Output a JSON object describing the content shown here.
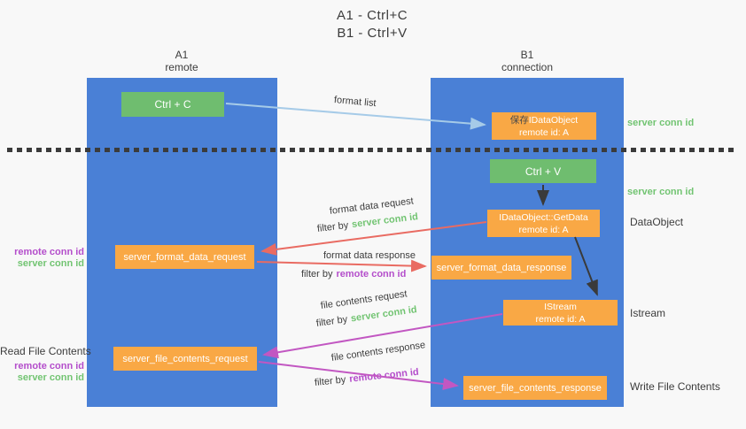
{
  "title": {
    "line1": "A1 - Ctrl+C",
    "line2": "B1 - Ctrl+V"
  },
  "columns": {
    "a1": {
      "name": "A1",
      "subtitle": "remote"
    },
    "b1": {
      "name": "B1",
      "subtitle": "connection"
    }
  },
  "nodes": {
    "ctrl_c": "Ctrl + C",
    "ctrl_v": "Ctrl + V",
    "save_idataobject_prefix": "保存",
    "save_idataobject_name": "IDataObject",
    "save_idataobject_sub": "remote id: A",
    "getdata_name": "IDataObject::GetData",
    "getdata_sub": "remote id: A",
    "istream_name": "IStream",
    "istream_sub": "remote id: A",
    "format_request": "server_format_data_request",
    "format_response": "server_format_data_response",
    "file_request": "server_file_contents_request",
    "file_response": "server_file_contents_response"
  },
  "flow_labels": {
    "format_list": "format list",
    "format_data_request": "format data request",
    "format_data_response": "format data response",
    "file_contents_request": "file contents request",
    "file_contents_response": "file contents response",
    "filter_by": "filter by",
    "server_conn_id": "server conn id",
    "remote_conn_id": "remote conn id"
  },
  "side_labels": {
    "server_conn_id": "server conn id",
    "remote_conn_id": "remote conn id",
    "dataobject": "DataObject",
    "istream": "Istream",
    "read_file_contents": "Read File Contents",
    "write_file_contents": "Write File Contents"
  },
  "colors": {
    "column_blue": "#4a80d6",
    "green_box": "#6fbd6f",
    "orange_box": "#f9a845",
    "green_text": "#72c472",
    "purple_text": "#b44ecb",
    "blue_arrow": "#a6cbe8",
    "red_arrow": "#e96b62",
    "magenta_arrow": "#c257c2",
    "dark_arrow": "#3a3a3a"
  }
}
